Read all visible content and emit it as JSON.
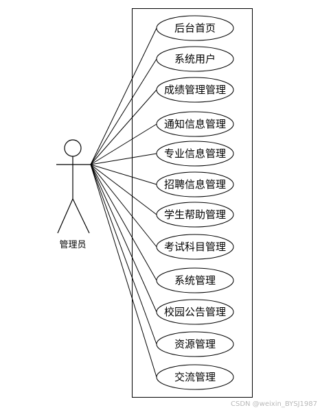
{
  "actor": {
    "label": "管理员"
  },
  "use_cases": [
    {
      "label": "后台首页"
    },
    {
      "label": "系统用户"
    },
    {
      "label": "成绩管理管理"
    },
    {
      "label": "通知信息管理"
    },
    {
      "label": "专业信息管理"
    },
    {
      "label": "招聘信息管理"
    },
    {
      "label": "学生帮助管理"
    },
    {
      "label": "考试科目管理"
    },
    {
      "label": "系统管理"
    },
    {
      "label": "校园公告管理"
    },
    {
      "label": "资源管理"
    },
    {
      "label": "交流管理"
    }
  ],
  "watermark": "CSDN @weixin_BYSJ1987"
}
